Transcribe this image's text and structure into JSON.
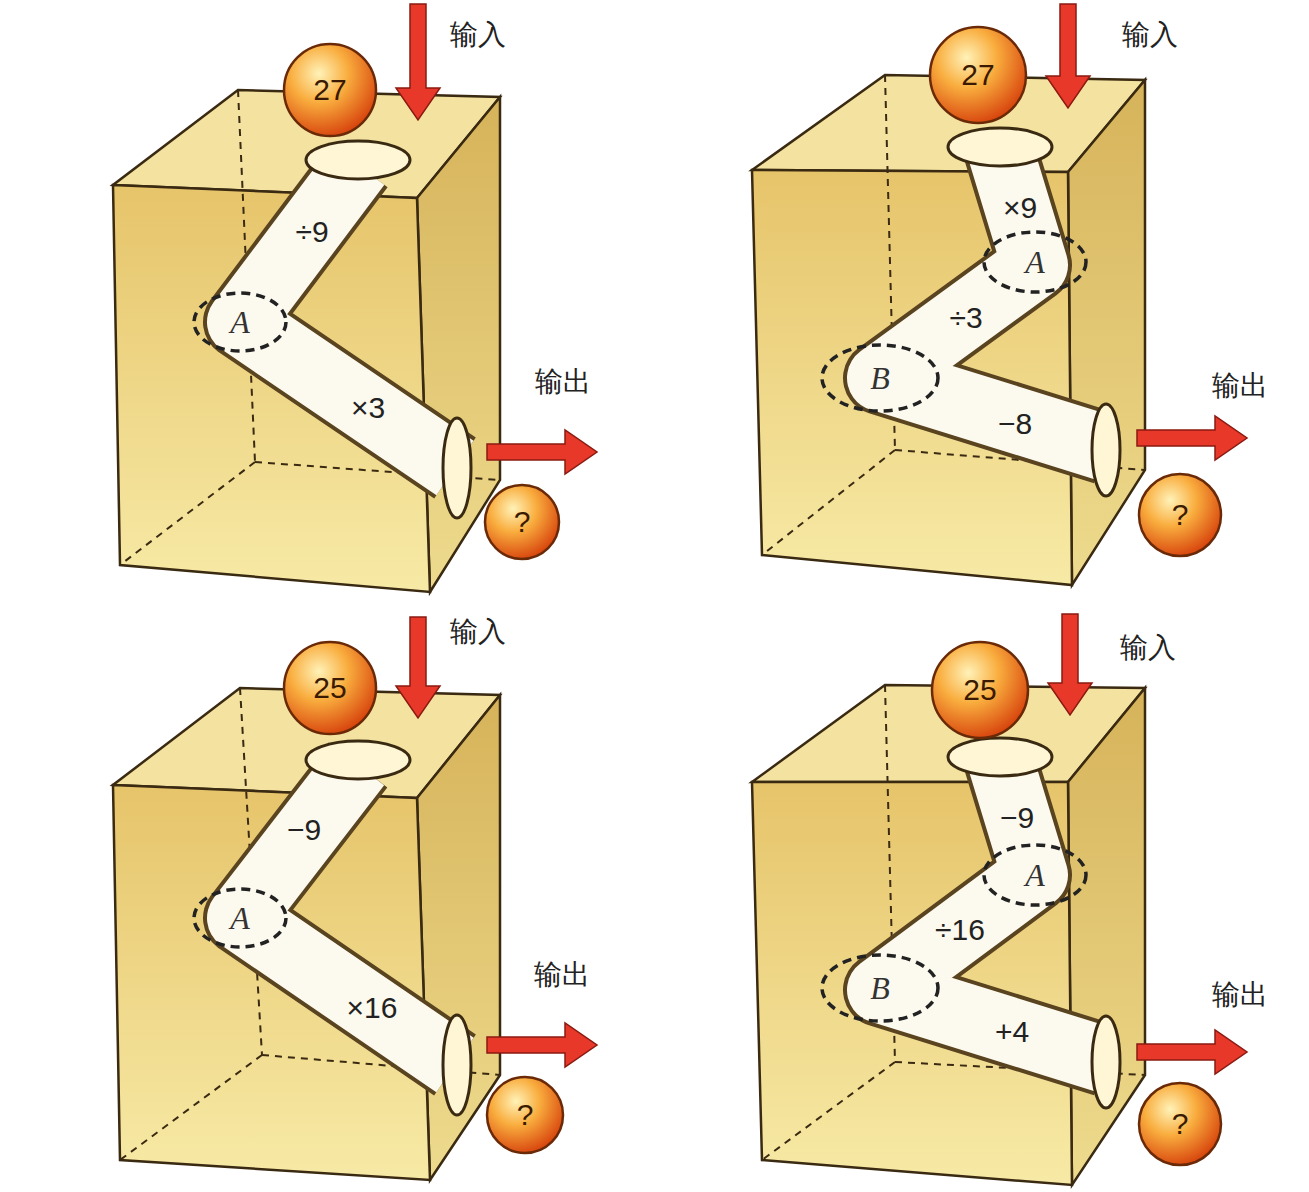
{
  "diagram": {
    "nodes": [
      {
        "text": [
          "27"
        ]
      },
      {
        "text": [
          "A"
        ]
      },
      {
        "text": [
          "?"
        ]
      },
      {
        "text": [
          "27"
        ]
      },
      {
        "text": [
          "A"
        ]
      },
      {
        "text": [
          "B"
        ]
      },
      {
        "text": [
          "?"
        ]
      },
      {
        "text": [
          "25"
        ]
      },
      {
        "text": [
          "A"
        ]
      },
      {
        "text": [
          "?"
        ]
      },
      {
        "text": [
          "25"
        ]
      },
      {
        "text": [
          "A"
        ]
      },
      {
        "text": [
          "B"
        ]
      },
      {
        "text": [
          "?"
        ]
      }
    ],
    "labels": [
      "输入",
      "÷9",
      "×3",
      "输出",
      "输入",
      "×9",
      "÷3",
      "−8",
      "输出",
      "输入",
      "−9",
      "×16",
      "输出",
      "输入",
      "−9",
      "÷16",
      "+4",
      "输出"
    ]
  }
}
